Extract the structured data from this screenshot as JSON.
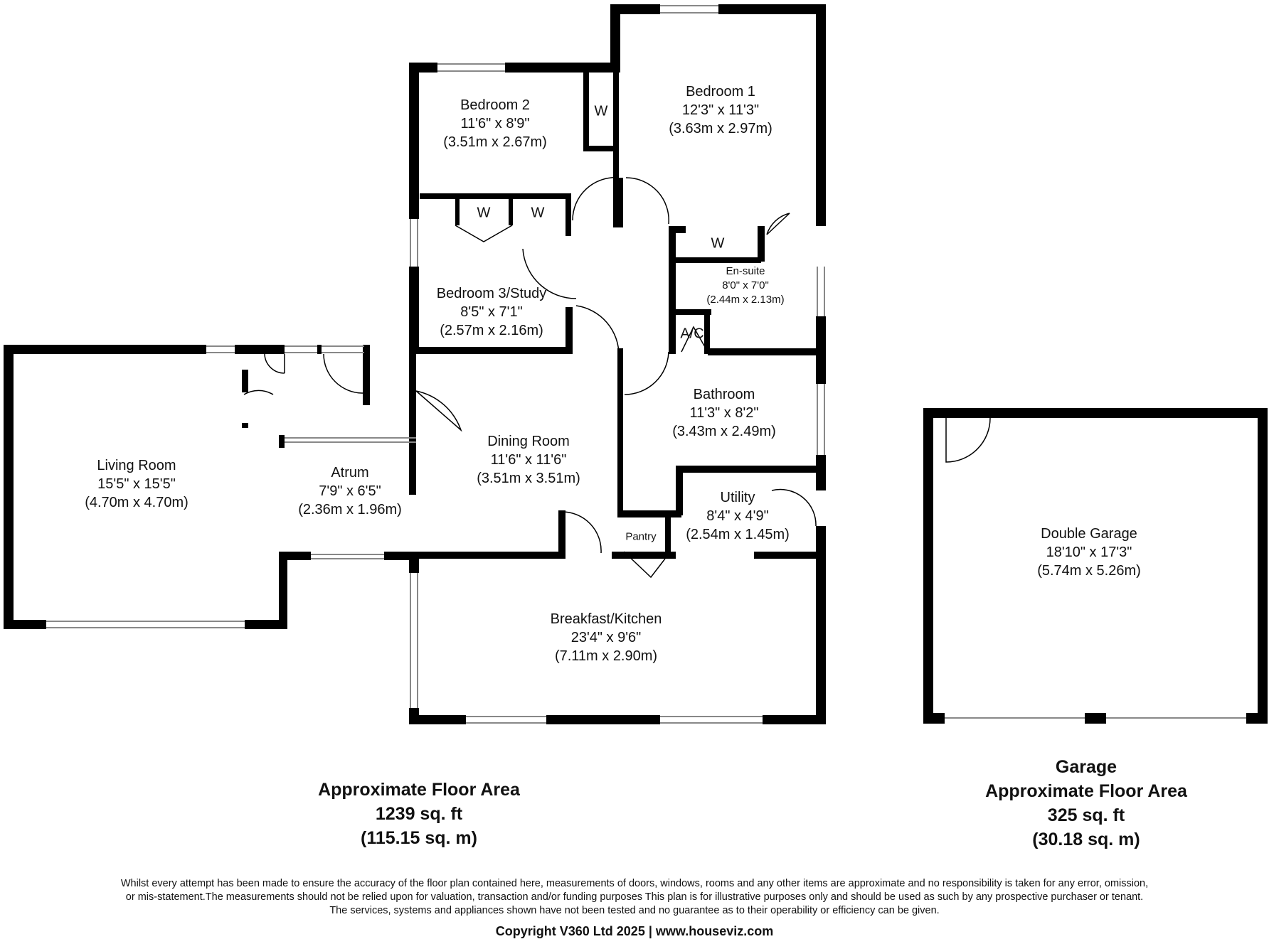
{
  "rooms": {
    "bedroom2": {
      "name": "Bedroom 2",
      "imperial": "11'6\" x 8'9\"",
      "metric": "(3.51m x 2.67m)"
    },
    "bedroom1": {
      "name": "Bedroom 1",
      "imperial": "12'3\" x 11'3\"",
      "metric": "(3.63m x 2.97m)"
    },
    "bedroom3": {
      "name": "Bedroom 3/Study",
      "imperial": "8'5\" x 7'1\"",
      "metric": "(2.57m x 2.16m)"
    },
    "ensuite": {
      "name": "En-suite",
      "imperial": "8'0\" x 7'0\"",
      "metric": "(2.44m x 2.13m)"
    },
    "bathroom": {
      "name": "Bathroom",
      "imperial": "11'3\" x 8'2\"",
      "metric": "(3.43m x 2.49m)"
    },
    "living": {
      "name": "Living Room",
      "imperial": "15'5\" x 15'5\"",
      "metric": "(4.70m x 4.70m)"
    },
    "atrum": {
      "name": "Atrum",
      "imperial": "7'9\" x 6'5\"",
      "metric": "(2.36m x 1.96m)"
    },
    "dining": {
      "name": "Dining Room",
      "imperial": "11'6\" x 11'6\"",
      "metric": "(3.51m x 3.51m)"
    },
    "utility": {
      "name": "Utility",
      "imperial": "8'4\" x 4'9\"",
      "metric": "(2.54m x 1.45m)"
    },
    "kitchen": {
      "name": "Breakfast/Kitchen",
      "imperial": "23'4\" x 9'6\"",
      "metric": "(7.11m x 2.90m)"
    },
    "garage": {
      "name": "Double Garage",
      "imperial": "18'10\" x 17'3\"",
      "metric": "(5.74m x 5.26m)"
    }
  },
  "labels": {
    "wardrobe": "W",
    "airing_cupboard": "A/C",
    "pantry": "Pantry"
  },
  "house_area": {
    "title": "Approximate Floor Area",
    "sqft": "1239 sq. ft",
    "sqm": "(115.15 sq. m)"
  },
  "garage_area": {
    "heading": "Garage",
    "title": "Approximate Floor Area",
    "sqft": "325 sq. ft",
    "sqm": "(30.18 sq. m)"
  },
  "disclaimer": {
    "line1": "Whilst every attempt has been made to ensure the accuracy of the floor plan contained here, measurements of doors, windows, rooms and any other items are approximate and no responsibility is taken for any error, omission,",
    "line2": "or mis-statement.The measurements should not be relied upon for valuation, transaction and/or funding purposes This plan is for illustrative purposes only and should be used as such by any prospective purchaser or tenant.",
    "line3": "The services, systems and appliances shown have not been tested and no guarantee as to their operability or efficiency can be given."
  },
  "copyright": "Copyright V360 Ltd 2025 | www.houseviz.com",
  "colors": {
    "wall": "#000000",
    "window": "#888888",
    "background": "#ffffff"
  }
}
